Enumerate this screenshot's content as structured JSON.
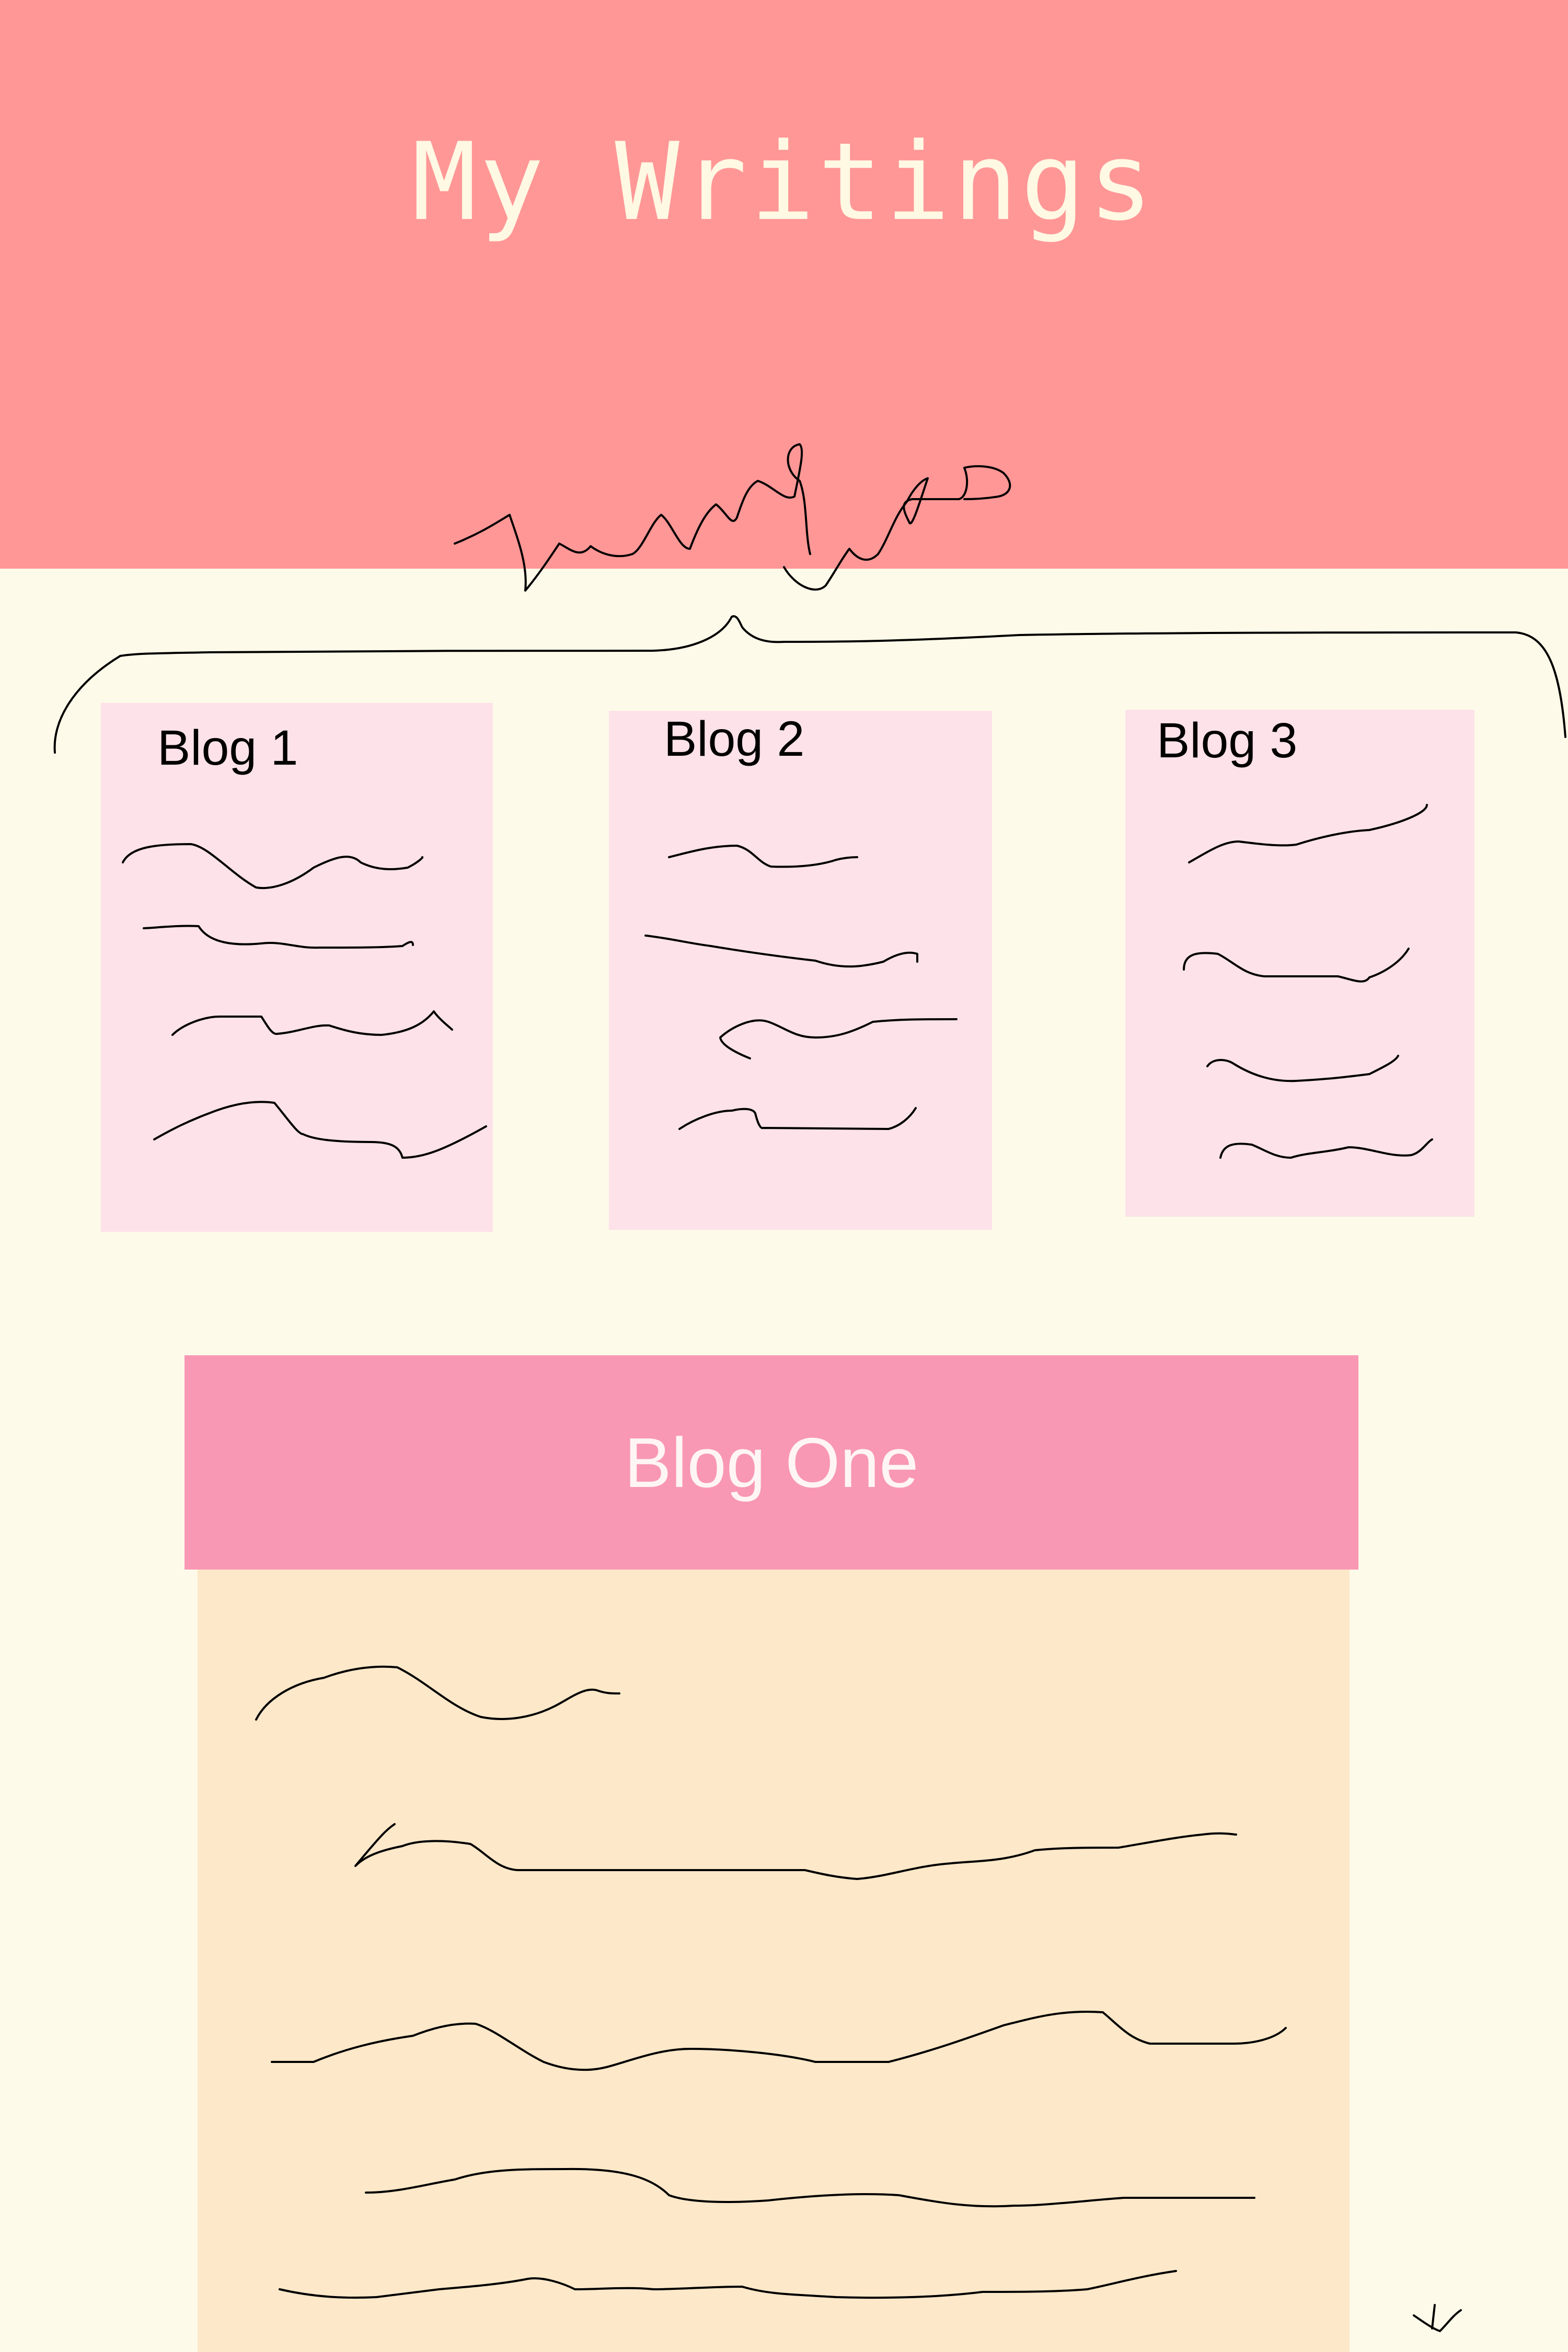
{
  "header": {
    "title": "My Writings"
  },
  "cards": [
    {
      "title": "Blog 1"
    },
    {
      "title": "Blog 2"
    },
    {
      "title": "Blog 3"
    }
  ],
  "article": {
    "title": "Blog One"
  },
  "colors": {
    "background": "#fefae9",
    "header": "#ff9796",
    "card": "#fde2e9",
    "article_header": "#f898b4",
    "article_body": "#fde8c9",
    "title_text": "#fff8e3"
  },
  "icons": [
    "signature-scribble",
    "brace-sketch",
    "scroll-down-arrow-icon"
  ]
}
